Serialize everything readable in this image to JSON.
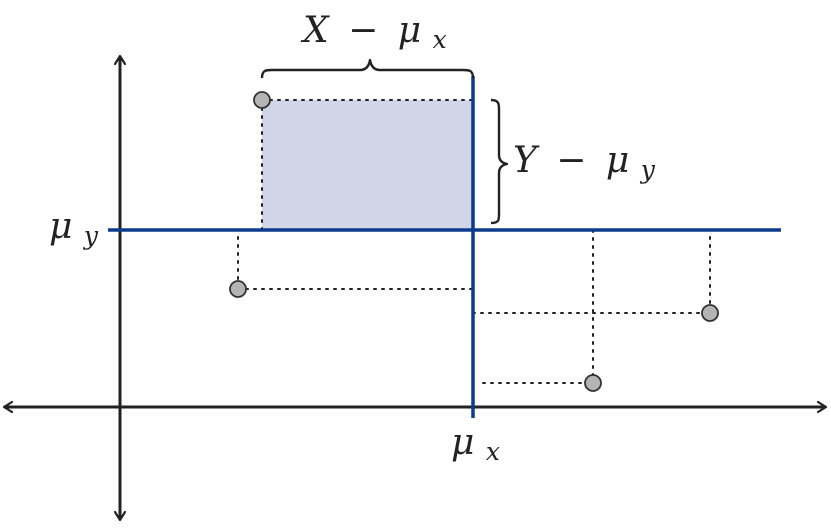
{
  "labels": {
    "mu_x": "μ",
    "mu_x_sub": "x",
    "mu_y": "μ",
    "mu_y_sub": "y",
    "x_dev_var": "X",
    "x_dev_op": "−",
    "x_dev_mu": "μ",
    "x_dev_sub": "x",
    "y_dev_var": "Y",
    "y_dev_op": "−",
    "y_dev_mu": "μ",
    "y_dev_sub": "y"
  },
  "colors": {
    "axis": "#222222",
    "mean_line": "#0d3b8c",
    "shaded_rect": "#d0d5e8",
    "point_fill": "#b4b4b4",
    "point_stroke": "#333333",
    "dotted_line": "#222222"
  }
}
